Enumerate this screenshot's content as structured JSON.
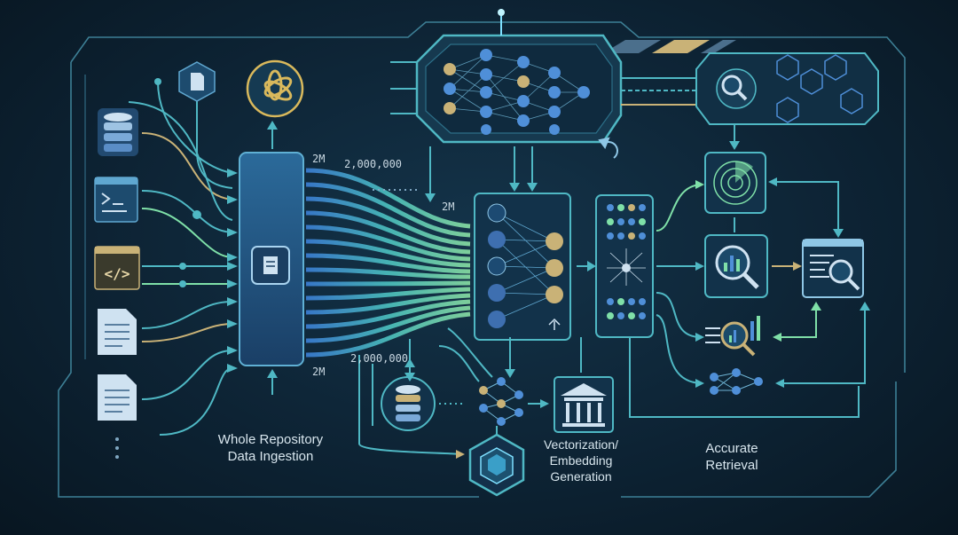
{
  "labels": {
    "ingestion_line1": "Whole Repository",
    "ingestion_line2": "Data Ingestion",
    "vector_line1": "Vectorization/",
    "vector_line2": "Embedding",
    "vector_line3": "Generation",
    "retrieval_line1": "Accurate",
    "retrieval_line2": "Retrieval"
  },
  "counts": {
    "top_short": "2M",
    "top_long": "2,000,000",
    "mid_short": "2M",
    "bottom_short": "2M",
    "bottom_long": "2,000,000"
  },
  "colors": {
    "line": "#4fb8c4",
    "accent_green": "#7fe0a8",
    "accent_gold": "#c9b277",
    "node_gold": "#c9b277",
    "node_blue": "#4f8fd8"
  },
  "icons": [
    "database-icon",
    "code-file-icon",
    "code-window-icon",
    "document-icon",
    "document-icon",
    "openai-logo-icon",
    "neural-network-icon",
    "magnifier-icon",
    "radar-icon",
    "bar-chart-icon",
    "bank-icon",
    "cube-icon"
  ]
}
